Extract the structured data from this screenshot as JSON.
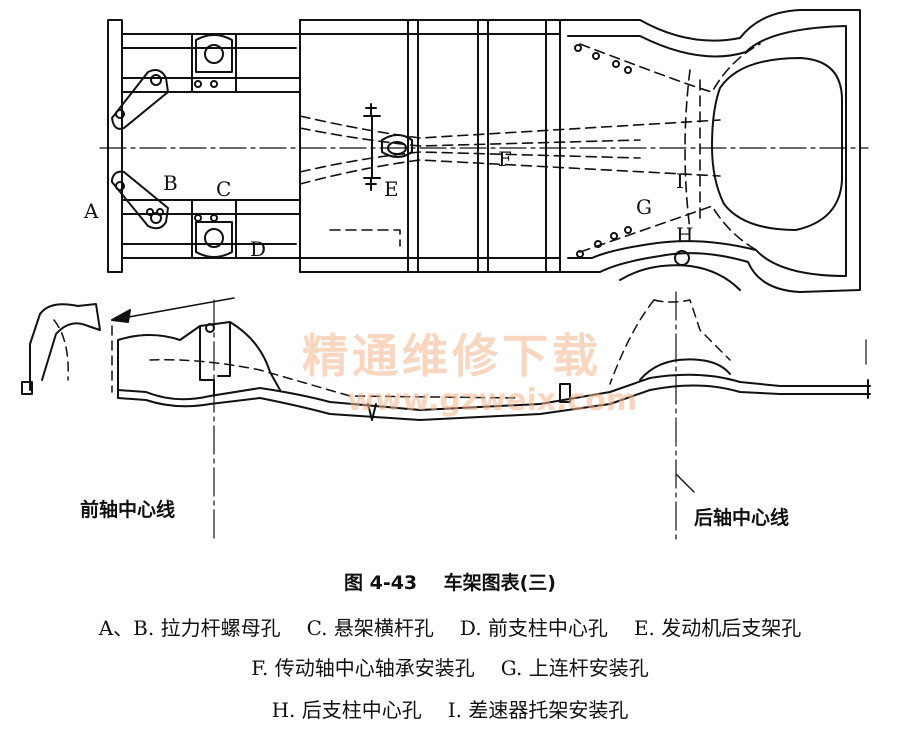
{
  "labels": {
    "a": "A",
    "b": "B",
    "c": "C",
    "d": "D",
    "e": "E",
    "f": "F",
    "g": "G",
    "h": "H",
    "i": "I"
  },
  "axes": {
    "front": "前轴中心线",
    "rear": "后轴中心线"
  },
  "watermark": {
    "cn": "精通维修下载",
    "url": "www.gzweix.com"
  },
  "caption": {
    "figure_no": "图 4-43",
    "title": "车架图表(三)"
  },
  "legend": {
    "line1": [
      "A、B. 拉力杆螺母孔",
      "C. 悬架横杆孔",
      "D. 前支柱中心孔",
      "E. 发动机后支架孔"
    ],
    "line2": [
      "F. 传动轴中心轴承安装孔",
      "G. 上连杆安装孔"
    ],
    "line3": [
      "H. 后支柱中心孔",
      "I. 差速器托架安装孔"
    ]
  },
  "colors": {
    "ink": "#111111",
    "watermark": "#f2b48c"
  }
}
